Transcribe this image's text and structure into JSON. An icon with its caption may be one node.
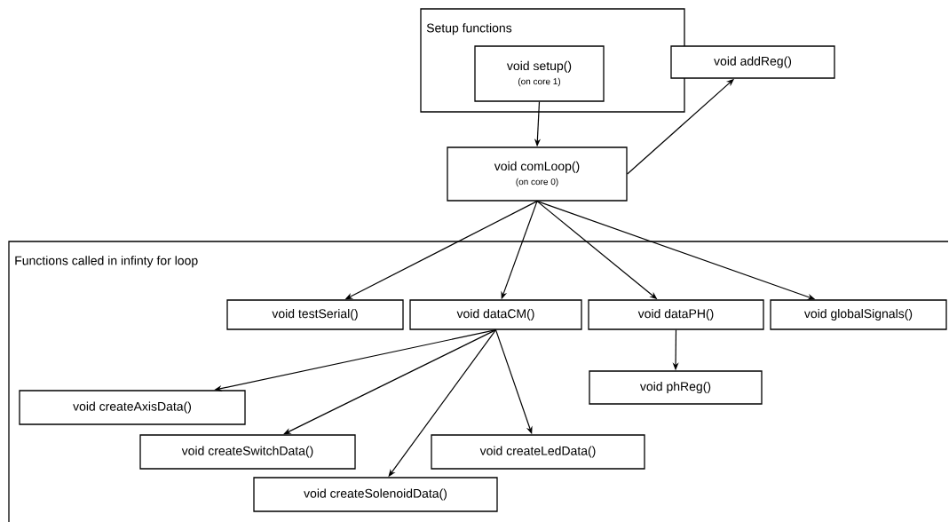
{
  "diagram": {
    "nodes": [
      {
        "text": [
          "Setup functions"
        ]
      },
      {
        "text": [
          "void setup()",
          "(on core 1)"
        ],
        "in": 0
      },
      {
        "text": [
          "void addReg()"
        ]
      },
      {
        "text": [
          "void comLoop()",
          "(on core 0)"
        ]
      },
      {
        "text": [
          "Functions called in infinty for loop"
        ]
      },
      {
        "text": [
          "void testSerial()"
        ],
        "in": 4
      },
      {
        "text": [
          "void dataCM()"
        ],
        "in": 4
      },
      {
        "text": [
          "void dataPH()"
        ],
        "in": 4
      },
      {
        "text": [
          "void globalSignals()"
        ],
        "in": 4
      },
      {
        "text": [
          "void phReg()"
        ],
        "in": 4
      },
      {
        "text": [
          "void createAxisData()"
        ],
        "in": 4
      },
      {
        "text": [
          "void createSwitchData()"
        ],
        "in": 4
      },
      {
        "text": [
          "void createLedData()"
        ],
        "in": 4
      },
      {
        "text": [
          "void createSolenoidData()"
        ],
        "in": 4
      }
    ],
    "edges": [
      {
        "from": 1,
        "to": 3,
        "arrow": "to"
      },
      {
        "from": 3,
        "to": 2,
        "arrow": "to"
      },
      {
        "from": 3,
        "to": 5,
        "arrow": "to"
      },
      {
        "from": 3,
        "to": 6,
        "arrow": "to"
      },
      {
        "from": 3,
        "to": 7,
        "arrow": "to"
      },
      {
        "from": 3,
        "to": 8,
        "arrow": "to"
      },
      {
        "from": 6,
        "to": 10,
        "arrow": "to"
      },
      {
        "from": 6,
        "to": 11,
        "arrow": "to"
      },
      {
        "from": 6,
        "to": 13,
        "arrow": "to"
      },
      {
        "from": 6,
        "to": 12,
        "arrow": "to"
      },
      {
        "from": 7,
        "to": 9,
        "arrow": "to"
      }
    ]
  }
}
